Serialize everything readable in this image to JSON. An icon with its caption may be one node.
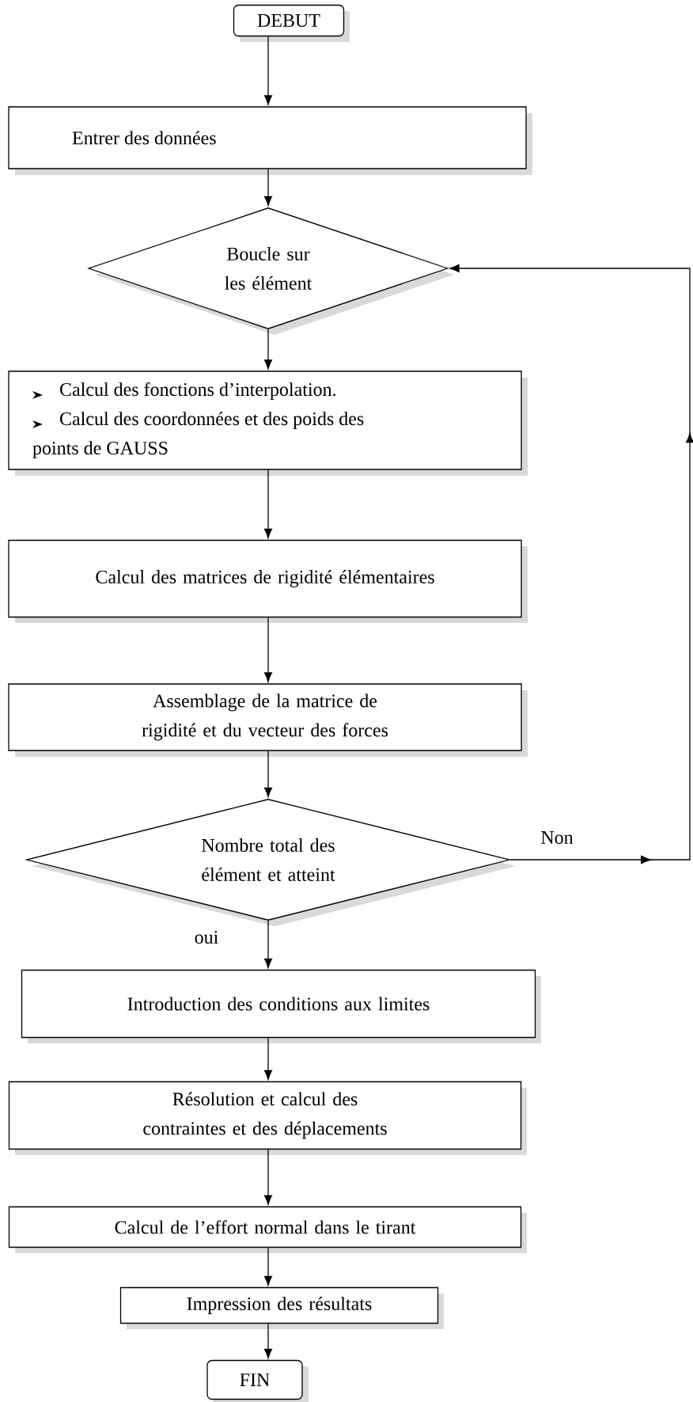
{
  "diagram": {
    "nodes": [
      {
        "text": [
          "DEBUT"
        ]
      },
      {
        "text": [
          "Entrer des données"
        ]
      },
      {
        "text": [
          "Boucle sur les élément"
        ]
      },
      {
        "text": [
          "Calcul des fonctions d’interpolation.",
          "Calcul des coordonnées et des poids des points de GAUSS"
        ]
      },
      {
        "text": [
          "Calcul des matrices de rigidité élémentaires"
        ]
      },
      {
        "text": [
          "Assemblage de la matrice de rigidité et du vecteur des forces"
        ]
      },
      {
        "text": [
          "Nombre total des élément et atteint"
        ]
      },
      {
        "text": [
          "Introduction des conditions aux limites"
        ]
      },
      {
        "text": [
          "Résolution et calcul des contraintes et des déplacements"
        ]
      },
      {
        "text": [
          "Calcul de l’effort normal dans le tirant"
        ]
      },
      {
        "text": [
          "Impression des résultats"
        ]
      },
      {
        "text": [
          "FIN"
        ]
      }
    ],
    "edges": [
      {
        "from": 0,
        "to": 1,
        "arrow": "to"
      },
      {
        "from": 1,
        "to": 2,
        "arrow": "to"
      },
      {
        "from": 2,
        "to": 3,
        "arrow": "to"
      },
      {
        "from": 3,
        "to": 4,
        "arrow": "to"
      },
      {
        "from": 4,
        "to": 5,
        "arrow": "to"
      },
      {
        "from": 5,
        "to": 6,
        "arrow": "to"
      },
      {
        "from": 6,
        "to": 7,
        "arrow": "to",
        "label": "oui"
      },
      {
        "from": 7,
        "to": 8,
        "arrow": "to"
      },
      {
        "from": 8,
        "to": 9,
        "arrow": "to"
      },
      {
        "from": 9,
        "to": 10,
        "arrow": "to"
      },
      {
        "from": 10,
        "to": 11,
        "arrow": "to"
      },
      {
        "from": 6,
        "to": 2,
        "arrow": "to",
        "label": "Non"
      }
    ]
  }
}
